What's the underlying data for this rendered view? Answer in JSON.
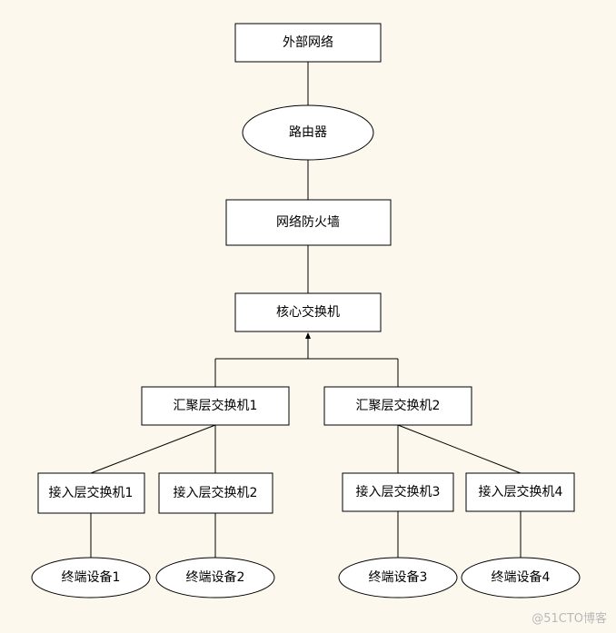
{
  "diagram": {
    "nodes": {
      "external_network": "外部网络",
      "router": "路由器",
      "firewall": "网络防火墙",
      "core_switch": "核心交换机",
      "agg_switch_1": "汇聚层交换机1",
      "agg_switch_2": "汇聚层交换机2",
      "access_switch_1": "接入层交换机1",
      "access_switch_2": "接入层交换机2",
      "access_switch_3": "接入层交换机3",
      "access_switch_4": "接入层交换机4",
      "terminal_1": "终端设备1",
      "terminal_2": "终端设备2",
      "terminal_3": "终端设备3",
      "terminal_4": "终端设备4"
    }
  },
  "watermark": "@51CTO博客"
}
